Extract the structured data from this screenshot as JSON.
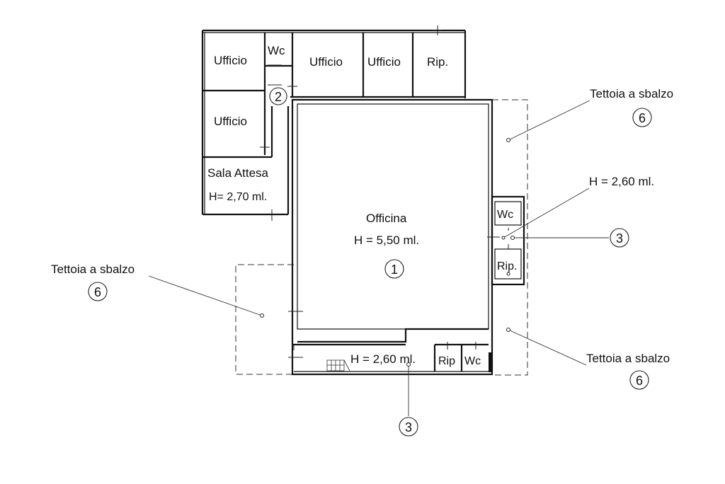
{
  "rooms": {
    "ufficio_1": "Ufficio",
    "wc_top": "Wc",
    "ufficio_2": "Ufficio",
    "ufficio_3": "Ufficio",
    "rip_top": "Rip.",
    "ufficio_4": "Ufficio",
    "sala_attesa": "Sala Attesa",
    "sala_attesa_height": "H= 2,70 ml.",
    "officina": "Officina",
    "officina_height": "H = 5,50 ml.",
    "wc_right": "Wc",
    "rip_right": "Rip.",
    "strip_height": "H = 2,60 ml.",
    "rip_bottom": "Rip",
    "wc_bottom": "Wc"
  },
  "annotations": {
    "tettoia_top_right": "Tettoia a sbalzo",
    "tettoia_left": "Tettoia a sbalzo",
    "tettoia_bottom_right": "Tettoia a sbalzo",
    "height_right": "H = 2,60 ml."
  },
  "markers": {
    "m1": "1",
    "m2": "2",
    "m3_right": "3",
    "m3_bottom": "3",
    "m6_top_right": "6",
    "m6_left": "6",
    "m6_bottom_right": "6"
  }
}
